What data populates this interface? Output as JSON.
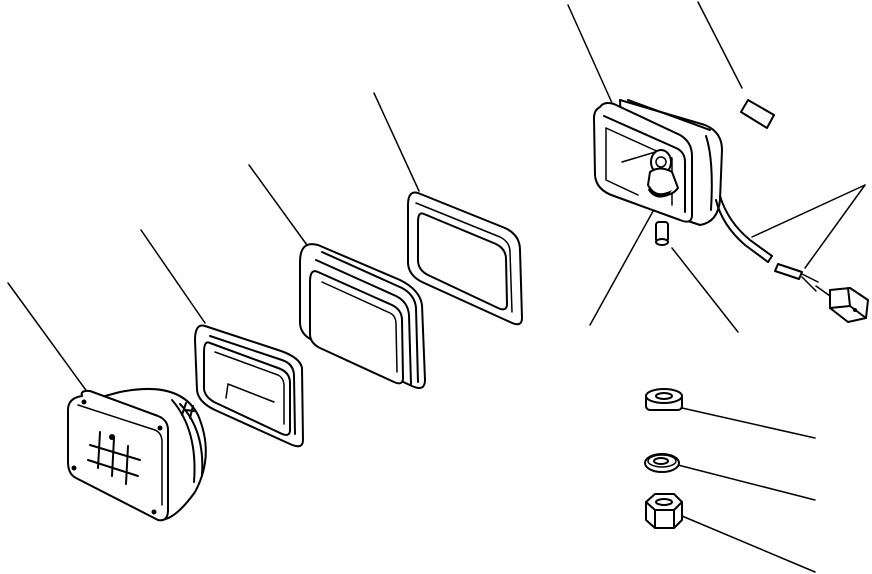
{
  "diagram": {
    "background": "#ffffff",
    "ink": "#000000",
    "parts": [
      {
        "name": "lamp-lens-assembly"
      },
      {
        "name": "lens-retaining-bezel"
      },
      {
        "name": "rubber-seal-ring"
      },
      {
        "name": "gasket"
      },
      {
        "name": "lamp-housing-with-bulb"
      },
      {
        "name": "decal-label"
      },
      {
        "name": "wiring-harness-with-connector"
      },
      {
        "name": "spacer-collar"
      },
      {
        "name": "lock-washer"
      },
      {
        "name": "hex-nut"
      }
    ]
  }
}
